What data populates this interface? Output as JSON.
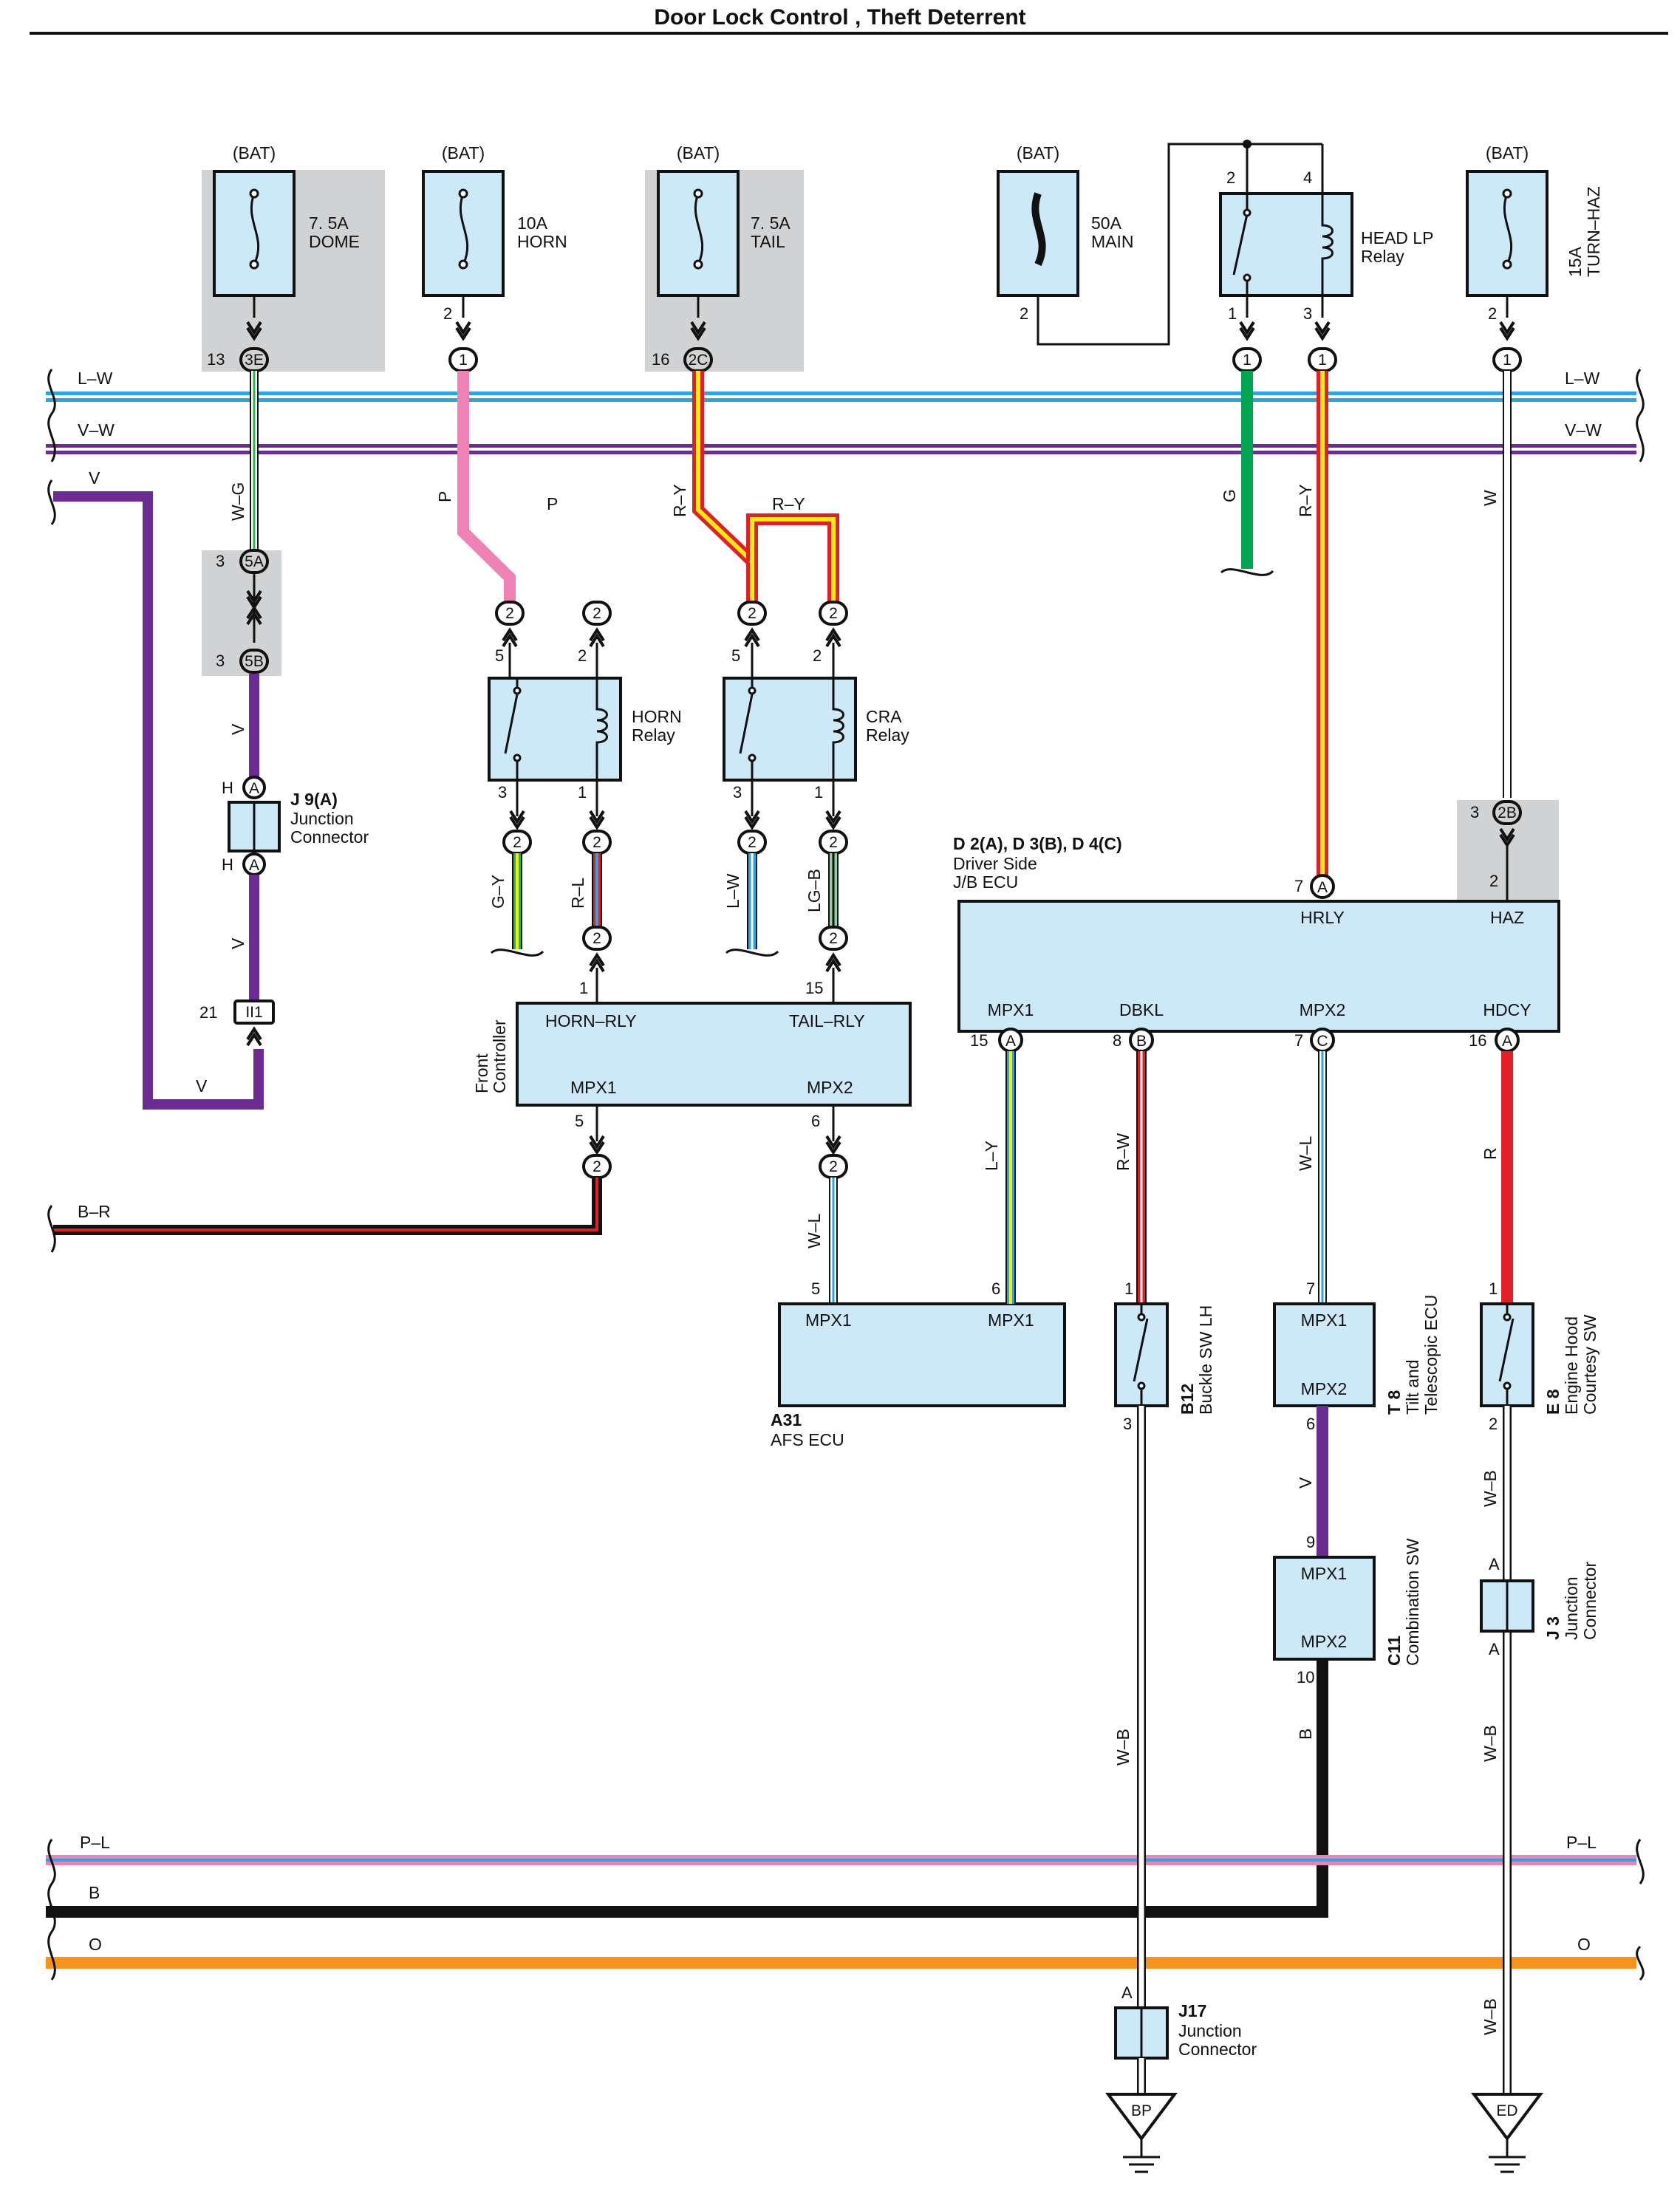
{
  "title": "Door Lock Control , Theft Deterrent",
  "fuses": [
    {
      "id": "dome",
      "source": "(BAT)",
      "rating": "7. 5A",
      "name": "DOME",
      "pin": "13",
      "connector": "3E"
    },
    {
      "id": "horn",
      "source": "(BAT)",
      "rating": "10A",
      "name": "HORN",
      "pin": "2",
      "connector": "1"
    },
    {
      "id": "tail",
      "source": "(BAT)",
      "rating": "7. 5A",
      "name": "TAIL",
      "pin": "16",
      "connector": "2C"
    },
    {
      "id": "main",
      "source": "(BAT)",
      "rating": "50A",
      "name": "MAIN",
      "pin": "2"
    },
    {
      "id": "turnhaz",
      "source": "(BAT)",
      "rating": "15A",
      "name": "TURN–HAZ",
      "pin": "2",
      "connector": "1"
    }
  ],
  "relays": {
    "head_lp": {
      "name": "HEAD LP",
      "sub": "Relay",
      "pins": [
        "2",
        "4",
        "1",
        "3"
      ]
    },
    "horn": {
      "name": "HORN",
      "sub": "Relay",
      "pins": [
        "5",
        "2",
        "3",
        "1"
      ]
    },
    "cra": {
      "name": "CRA",
      "sub": "Relay",
      "pins": [
        "5",
        "2",
        "3",
        "1"
      ]
    }
  },
  "buses": {
    "top": [
      {
        "label": "L–W",
        "color": "#29a8e0"
      },
      {
        "label": "V–W",
        "color": "#6a2c91"
      }
    ],
    "bottom": [
      {
        "label": "P–L",
        "color": "#ee82b4"
      },
      {
        "label": "B",
        "color": "#111111"
      },
      {
        "label": "O",
        "color": "#f7941d"
      }
    ],
    "left_v": "V",
    "left_br": "B–R"
  },
  "wire_labels": {
    "wg": "W–G",
    "p": "P",
    "ry": "R–Y",
    "g": "G",
    "w": "W",
    "v": "V",
    "gy": "G–Y",
    "rl": "R–L",
    "lw": "L–W",
    "lgb": "LG–B",
    "wl": "W–L",
    "ly": "L–Y",
    "rw": "R–W",
    "r": "R",
    "wb": "W–B",
    "b": "B"
  },
  "connectors": {
    "c5a": "5A",
    "c5b": "5B",
    "c2b": "2B",
    "ii1": "II1",
    "pin3": "3",
    "pin21": "21",
    "one": "1",
    "two": "2",
    "A": "A",
    "B": "B",
    "C": "C",
    "H": "H"
  },
  "components": {
    "j9": {
      "id": "J 9(A)",
      "line1": "Junction",
      "line2": "Connector"
    },
    "front_ctrl": {
      "name1": "Front",
      "name2": "Controller",
      "t1": "HORN–RLY",
      "t2": "TAIL–RLY",
      "t3": "MPX1",
      "t4": "MPX2",
      "p1": "1",
      "p2": "15",
      "p3": "5",
      "p4": "6"
    },
    "jb_ecu": {
      "id": "D 2(A), D 3(B), D 4(C)",
      "line1": "Driver Side",
      "line2": "J/B ECU",
      "hrly": "HRLY",
      "haz": "HAZ",
      "mpx1": "MPX1",
      "dbkl": "DBKL",
      "mpx2": "MPX2",
      "hdcy": "HDCY",
      "p_hrly": "7",
      "p_haz": "2",
      "p_mpx1": "15",
      "p_dbkl": "8",
      "p_mpx2": "7",
      "p_hdcy": "16"
    },
    "a31": {
      "id": "A31",
      "name": "AFS ECU",
      "t1": "MPX1",
      "t2": "MPX1",
      "p1": "5",
      "p2": "6"
    },
    "b12": {
      "id": "B12",
      "name": "Buckle SW LH",
      "p1": "1",
      "p2": "3"
    },
    "t8": {
      "id": "T 8",
      "line1": "Tilt and",
      "line2": "Telescopic ECU",
      "t1": "MPX1",
      "t2": "MPX2",
      "p1": "7",
      "p2": "6"
    },
    "e8": {
      "id": "E 8",
      "line1": "Engine Hood",
      "line2": "Courtesy SW",
      "p1": "1",
      "p2": "2"
    },
    "c11": {
      "id": "C11",
      "name": "Combination SW",
      "t1": "MPX1",
      "t2": "MPX2",
      "p1": "9",
      "p2": "10"
    },
    "j3": {
      "id": "J 3",
      "line1": "Junction",
      "line2": "Connector",
      "p": "A"
    },
    "j17": {
      "id": "J17",
      "line1": "Junction",
      "line2": "Connector",
      "p": "A"
    },
    "grounds": [
      "BP",
      "ED"
    ]
  }
}
